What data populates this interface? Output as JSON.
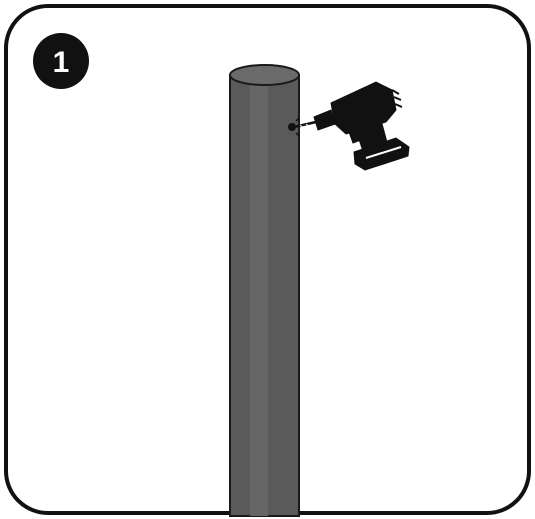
{
  "step": {
    "number": "1",
    "badge_color": "#111111",
    "number_color": "#ffffff"
  },
  "colors": {
    "frame": "#111111",
    "post": "#5b5b5b",
    "post_highlight": "#6a6a6a",
    "post_top": "#6e6e6e",
    "drill": "#111111"
  },
  "icons": [
    "post",
    "cordless-drill-icon",
    "drill-hole"
  ]
}
